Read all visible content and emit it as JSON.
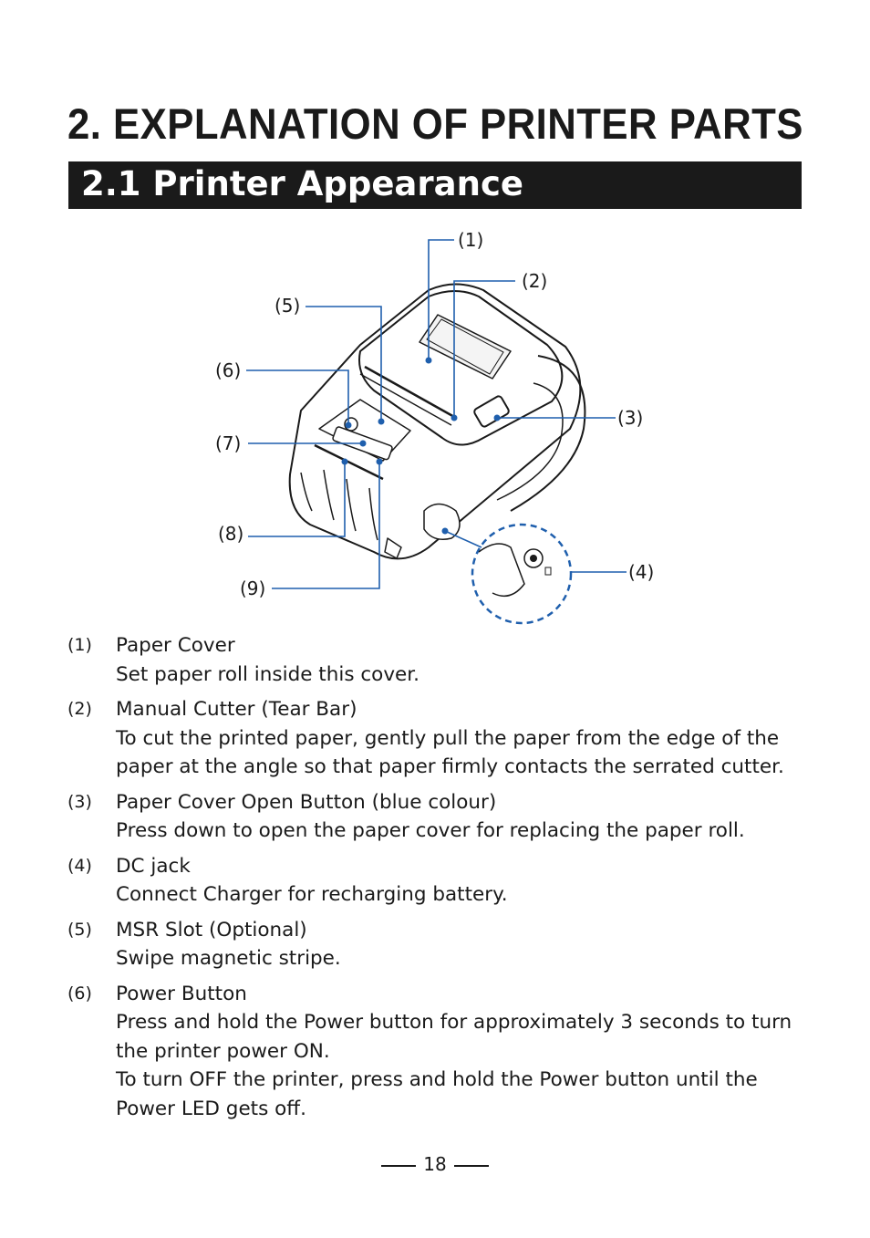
{
  "chapter": {
    "title": "2.  EXPLANATION OF PRINTER PARTS"
  },
  "section": {
    "title": "2.1  Printer Appearance"
  },
  "figure": {
    "callouts": [
      "(1)",
      "(2)",
      "(3)",
      "(4)",
      "(5)",
      "(6)",
      "(7)",
      "(8)",
      "(9)"
    ],
    "colors": {
      "leader": "#1f5fad",
      "outline": "#1a1a1a",
      "magnifier": "#1f5fad"
    }
  },
  "parts": [
    {
      "num": "(1)",
      "name": "Paper Cover",
      "desc": [
        "Set paper roll inside this cover."
      ]
    },
    {
      "num": "(2)",
      "name": "Manual Cutter (Tear Bar)",
      "desc": [
        "To cut the printed paper, gently pull the paper from the edge of the paper at the angle so that paper firmly contacts the serrated cutter."
      ]
    },
    {
      "num": "(3)",
      "name": "Paper Cover Open Button (blue colour)",
      "desc": [
        "Press down to open the paper cover for replacing the paper roll."
      ]
    },
    {
      "num": "(4)",
      "name": "DC jack",
      "desc": [
        "Connect Charger for recharging battery."
      ]
    },
    {
      "num": "(5)",
      "name": "MSR Slot (Optional)",
      "desc": [
        "Swipe magnetic stripe."
      ]
    },
    {
      "num": "(6)",
      "name": "Power Button",
      "desc": [
        "Press and hold the Power button for approximately 3 seconds to turn the printer power ON.",
        "To turn OFF the printer, press and hold the Power button until the Power LED gets off."
      ]
    }
  ],
  "footer": {
    "page_number": "18"
  }
}
